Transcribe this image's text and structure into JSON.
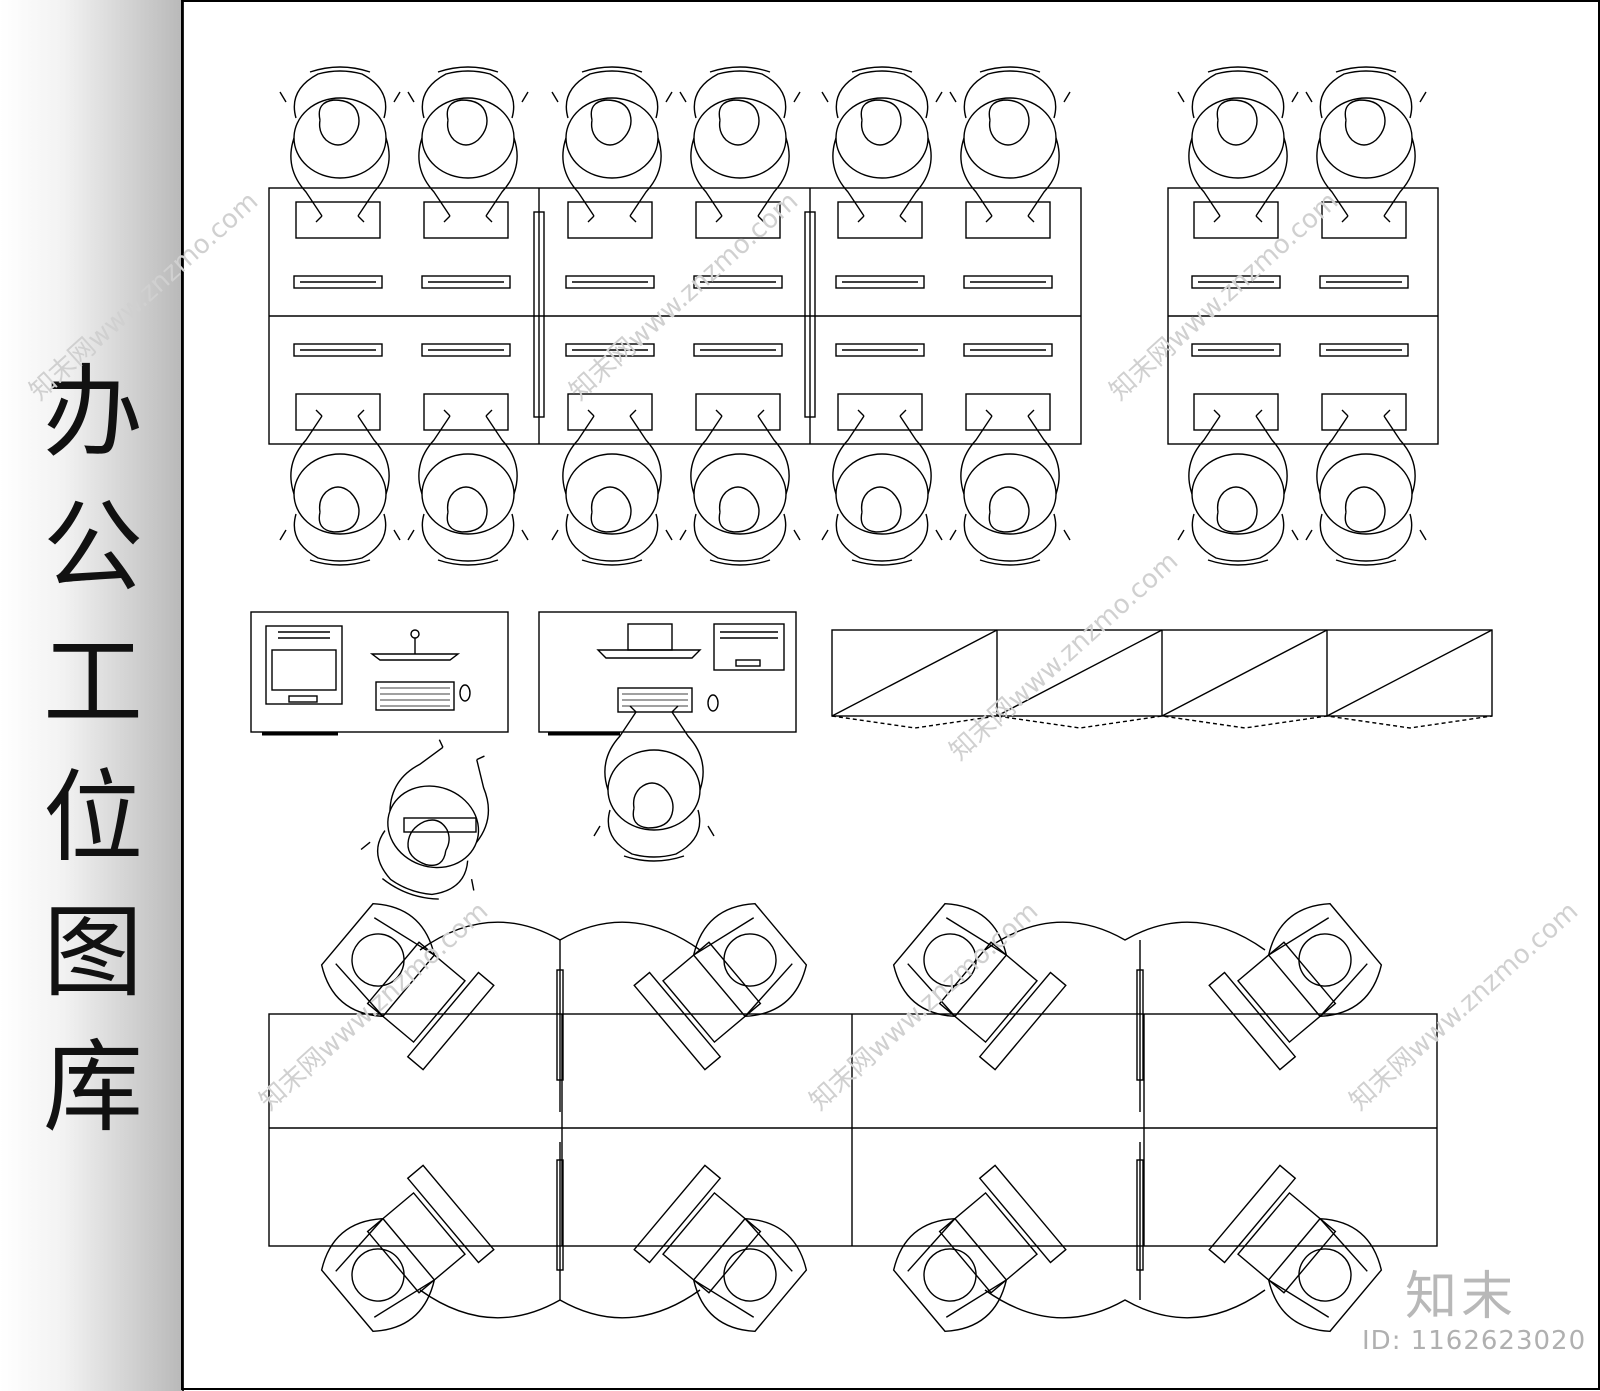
{
  "sidebar": {
    "title": "办公工位图库"
  },
  "footer": {
    "brand": "知末",
    "id": "ID: 1162623020"
  },
  "watermark": {
    "text": "知末网www.znzmo.com"
  },
  "colors": {
    "line": "#000000",
    "sidebar_dark": "#b9b9b9",
    "watermark": "#d0d0d0"
  }
}
